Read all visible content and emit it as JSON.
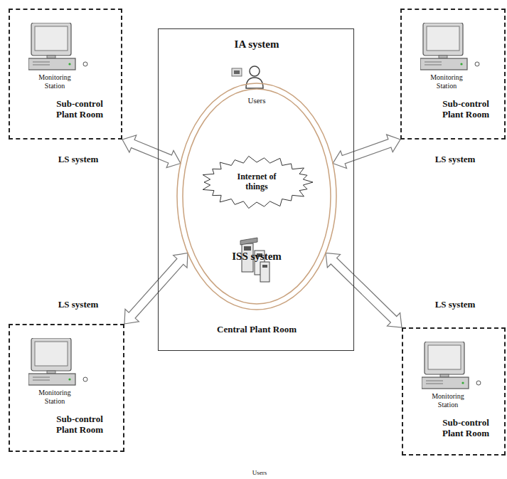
{
  "diagram": {
    "nodes": [
      {
        "text": [
          "Monitoring Station",
          "Sub-control Plant Room"
        ]
      },
      {
        "text": [
          "Monitoring Station",
          "Sub-control Plant Room"
        ]
      },
      {
        "text": [
          "IA system",
          "Central Plant Room"
        ]
      },
      {
        "text": [
          "Users",
          "ISS system"
        ],
        "in": 2
      },
      {
        "text": [
          "Internet of things"
        ],
        "in": 3
      },
      {
        "text": [
          "Monitoring Station",
          "Sub-control Plant Room"
        ]
      },
      {
        "text": [
          "Monitoring Station",
          "Sub-control Plant Room"
        ]
      }
    ],
    "edges": [
      {
        "from": 0,
        "to": 3,
        "arrow": "both",
        "label": "LS system"
      },
      {
        "from": 1,
        "to": 3,
        "arrow": "both",
        "label": "LS system"
      },
      {
        "from": 5,
        "to": 3,
        "arrow": "both",
        "label": "LS system"
      },
      {
        "from": 6,
        "to": 3,
        "arrow": "both",
        "label": "LS system"
      }
    ],
    "labels": [
      "Users"
    ]
  }
}
